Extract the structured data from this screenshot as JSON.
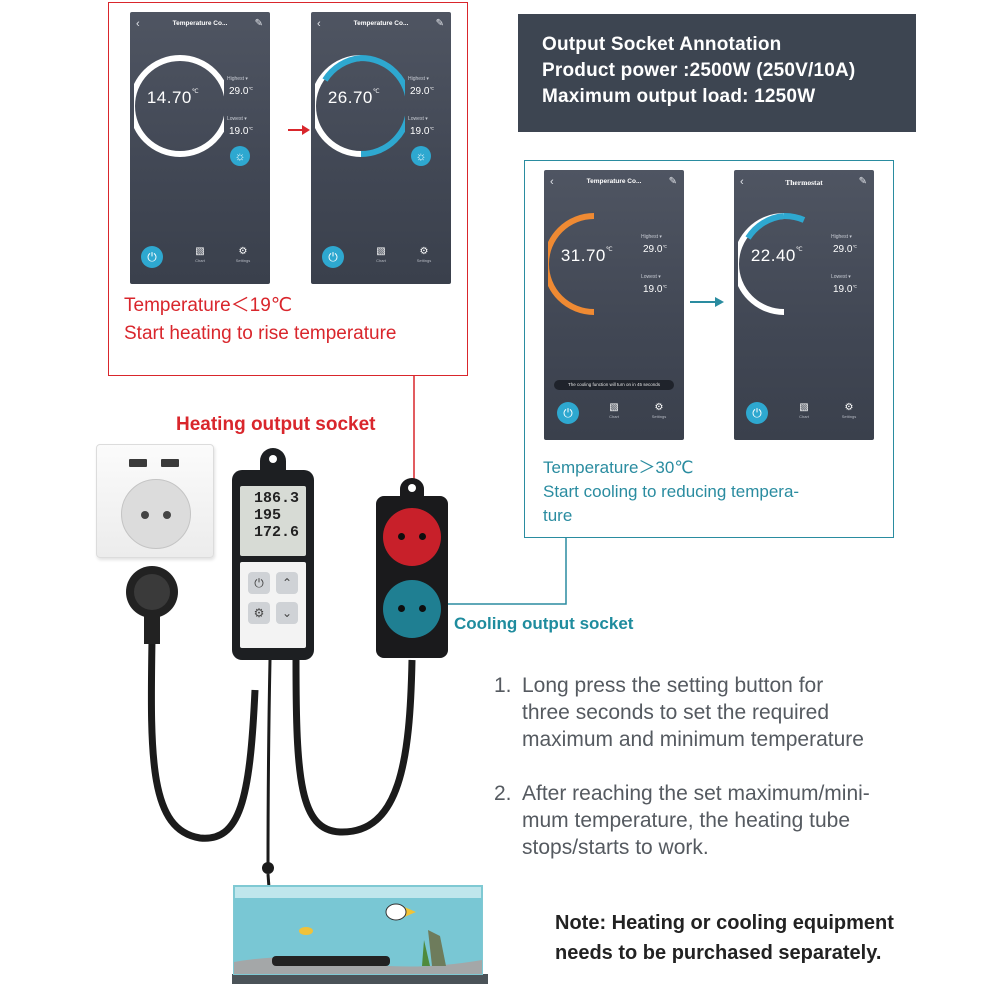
{
  "annotation": {
    "line1": "Output Socket Annotation",
    "line2": "Product power :2500W (250V/10A)",
    "line3": "Maximum output load: 1250W"
  },
  "heating_panel": {
    "screens": [
      {
        "title": "Temperature Co...",
        "reading": "14.70",
        "highest_label": "Highest ▾",
        "highest": "29.0",
        "lowest_label": "Lowest ▾",
        "lowest": "19.0",
        "nav_chart": "Chart",
        "nav_settings": "Settings"
      },
      {
        "title": "Temperature Co...",
        "reading": "26.70",
        "highest_label": "Highest ▾",
        "highest": "29.0",
        "lowest_label": "Lowest ▾",
        "lowest": "19.0",
        "nav_chart": "Chart",
        "nav_settings": "Settings"
      }
    ],
    "caption1": "Temperature＜19℃",
    "caption2": "Start heating to rise temperature"
  },
  "cooling_panel": {
    "screens": [
      {
        "title": "Temperature Co...",
        "reading": "31.70",
        "highest_label": "Highest ▾",
        "highest": "29.0",
        "lowest_label": "Lowest ▾",
        "lowest": "19.0",
        "toast": "The cooling function will turn on in 45 seconds",
        "nav_chart": "Chart",
        "nav_settings": "Settings"
      },
      {
        "title": "Thermostat",
        "reading": "22.40",
        "highest_label": "Highest ▾",
        "highest": "29.0",
        "lowest_label": "Lowest ▾",
        "lowest": "19.0",
        "nav_chart": "Chart",
        "nav_settings": "Settings"
      }
    ],
    "caption1": "Temperature＞30℃",
    "caption2": "Start cooling to reducing tempera-",
    "caption3": "ture"
  },
  "device": {
    "heating_label": "Heating output socket",
    "cooling_label": "Cooling output socket",
    "lcd_row1": "186.3",
    "lcd_row2": "195",
    "lcd_row3": "172.6"
  },
  "instructions": [
    {
      "num": "1.",
      "lines": [
        "Long press the setting button for",
        "three seconds to set the required",
        "maximum and minimum temperature"
      ]
    },
    {
      "num": "2.",
      "lines": [
        "After reaching the set maximum/mini-",
        "mum temperature, the heating tube",
        "stops/starts to work."
      ]
    }
  ],
  "note": {
    "line1": "Note: Heating or cooling equipment",
    "line2": "needs to be purchased separately."
  },
  "colors": {
    "heat": "#d9262c",
    "cool": "#2a8ca0",
    "arc_blue": "#2ea8d0",
    "arc_orange": "#ef8a33",
    "screen_bg": "#474d59",
    "annotation_bg": "#3d4551"
  },
  "icons": [
    "back-icon",
    "edit-icon",
    "power-icon",
    "chart-icon",
    "settings-icon",
    "sun-icon",
    "arrow-right-icon"
  ]
}
